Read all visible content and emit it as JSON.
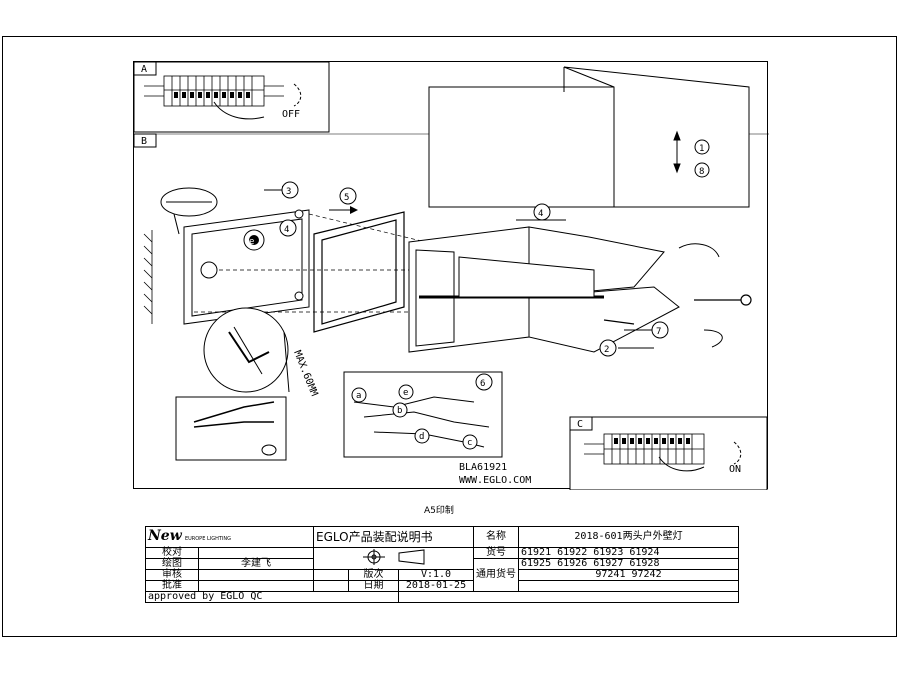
{
  "panels": {
    "a_label": "A",
    "b_label": "B",
    "c_label": "C",
    "off_label": "OFF",
    "on_label": "ON"
  },
  "steps": [
    "1",
    "8",
    "3",
    "5",
    "4",
    "4",
    "2",
    "7",
    "6"
  ],
  "parts": [
    "a",
    "b",
    "c",
    "d",
    "e"
  ],
  "dimension_label": "MAX.60MM",
  "model_code": "BLA61921",
  "website": "WWW.EGLO.COM",
  "print_size": "A5印制",
  "title_block": {
    "logo_text": "New",
    "logo_sub": "EUROPE LIGHTING",
    "doc_title": "EGLO产品装配说明书",
    "name_label": "名称",
    "name_value": "2018-601两头户外壁灯",
    "check_label": "校对",
    "draw_label": "绘图",
    "draw_value": "李建飞",
    "review_label": "审核",
    "approve_label": "批准",
    "version_label": "版次",
    "version_value": "V:1.0",
    "date_label": "日期",
    "date_value": "2018-01-25",
    "item_label": "货号",
    "general_label": "通用货号",
    "item_row1": "61921 61922 61923 61924",
    "item_row2": "61925 61926 61927 61928",
    "item_row3": "97241 97242",
    "approved_by": "approved by EGLO QC"
  }
}
